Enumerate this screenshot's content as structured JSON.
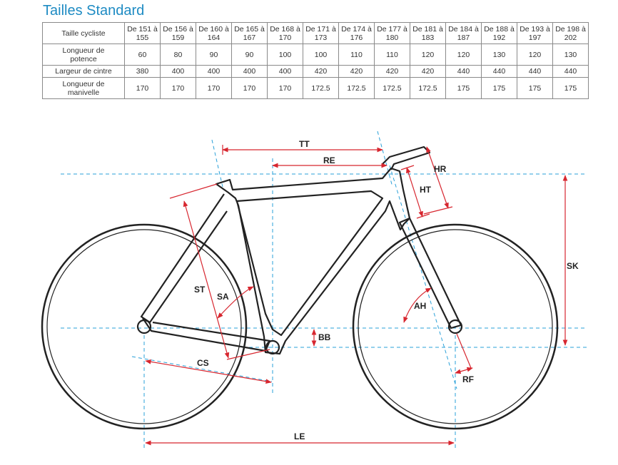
{
  "title": "Tailles Standard",
  "table": {
    "header_label": "Taille cycliste",
    "sizes": [
      [
        "De 151 à",
        "155"
      ],
      [
        "De 156 à",
        "159"
      ],
      [
        "De 160 à",
        "164"
      ],
      [
        "De 165 à",
        "167"
      ],
      [
        "De 168 à",
        "170"
      ],
      [
        "De 171 à",
        "173"
      ],
      [
        "De 174 à",
        "176"
      ],
      [
        "De 177 à",
        "180"
      ],
      [
        "De 181 à",
        "183"
      ],
      [
        "De 184 à",
        "187"
      ],
      [
        "De 188 à",
        "192"
      ],
      [
        "De 193 à",
        "197"
      ],
      [
        "De 198 à",
        "202"
      ]
    ],
    "rows": [
      {
        "label": [
          "Longueur de",
          "potence"
        ],
        "values": [
          "60",
          "80",
          "90",
          "90",
          "100",
          "100",
          "110",
          "110",
          "120",
          "120",
          "130",
          "120",
          "130"
        ]
      },
      {
        "label": [
          "Largeur de cintre"
        ],
        "values": [
          "380",
          "400",
          "400",
          "400",
          "400",
          "420",
          "420",
          "420",
          "420",
          "440",
          "440",
          "440",
          "440"
        ]
      },
      {
        "label": [
          "Longueur de",
          "manivelle"
        ],
        "values": [
          "170",
          "170",
          "170",
          "170",
          "170",
          "172.5",
          "172.5",
          "172.5",
          "172.5",
          "175",
          "175",
          "175",
          "175"
        ]
      }
    ]
  },
  "diagram": {
    "labels": {
      "tt": "TT",
      "re": "RE",
      "hr": "HR",
      "ht": "HT",
      "sk": "SK",
      "st": "ST",
      "sa": "SA",
      "ah": "AH",
      "bb": "BB",
      "cs": "CS",
      "rf": "RF",
      "le": "LE"
    },
    "colors": {
      "measure": "#d7262f",
      "guide": "#2aa0d8",
      "frame": "#222222",
      "title": "#1e8bc3"
    }
  }
}
